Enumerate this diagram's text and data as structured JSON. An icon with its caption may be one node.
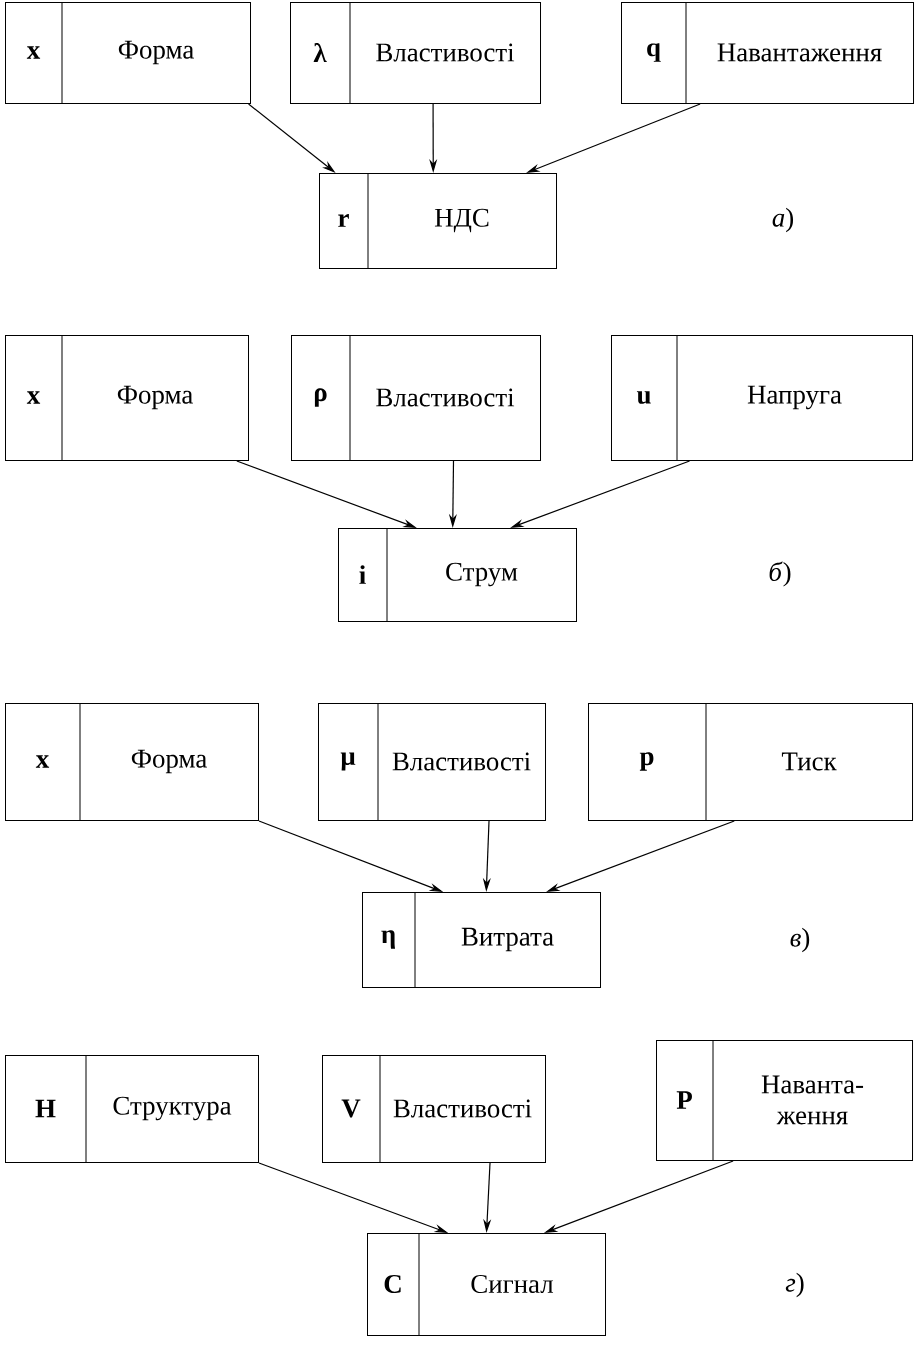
{
  "diagram": {
    "nodes": [
      {
        "text": [
          "x",
          "Форма"
        ]
      },
      {
        "text": [
          "λ",
          "Властивості"
        ]
      },
      {
        "text": [
          "q",
          "Навантаження"
        ]
      },
      {
        "text": [
          "r",
          "НДС"
        ]
      },
      {
        "text": [
          "x",
          "Форма"
        ]
      },
      {
        "text": [
          "ρ",
          "Властивості"
        ]
      },
      {
        "text": [
          "u",
          "Напруга"
        ]
      },
      {
        "text": [
          "i",
          "Струм"
        ]
      },
      {
        "text": [
          "x",
          "Форма"
        ]
      },
      {
        "text": [
          "μ",
          "Властивості"
        ]
      },
      {
        "text": [
          "p",
          "Тиск"
        ]
      },
      {
        "text": [
          "η",
          "Витрата"
        ]
      },
      {
        "text": [
          "H",
          "Структура"
        ]
      },
      {
        "text": [
          "V",
          "Властивості"
        ]
      },
      {
        "text": [
          "P",
          "Наванта- ження"
        ]
      },
      {
        "text": [
          "C",
          "Сигнал"
        ]
      }
    ],
    "edges": [
      {
        "from": 0,
        "to": 3,
        "arrow": "to"
      },
      {
        "from": 1,
        "to": 3,
        "arrow": "to"
      },
      {
        "from": 2,
        "to": 3,
        "arrow": "to"
      },
      {
        "from": 4,
        "to": 7,
        "arrow": "to"
      },
      {
        "from": 5,
        "to": 7,
        "arrow": "to"
      },
      {
        "from": 6,
        "to": 7,
        "arrow": "to"
      },
      {
        "from": 8,
        "to": 11,
        "arrow": "to"
      },
      {
        "from": 9,
        "to": 11,
        "arrow": "to"
      },
      {
        "from": 10,
        "to": 11,
        "arrow": "to"
      },
      {
        "from": 12,
        "to": 15,
        "arrow": "to"
      },
      {
        "from": 13,
        "to": 15,
        "arrow": "to"
      },
      {
        "from": 14,
        "to": 15,
        "arrow": "to"
      }
    ],
    "labels": [
      "*а*)",
      "*б*)",
      "*в*)",
      "*г*)"
    ]
  }
}
